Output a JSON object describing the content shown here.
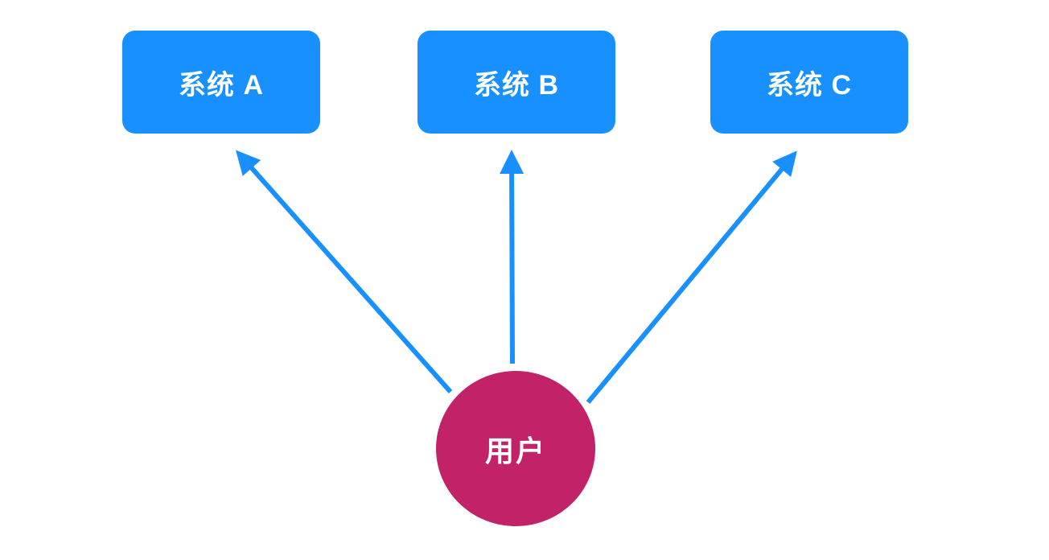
{
  "diagram": {
    "title": "user-to-systems-access-diagram",
    "background": "#ffffff",
    "colors": {
      "system_node": "#1890FF",
      "user_node": "#C22368",
      "arrow": "#1890FF",
      "label_text": "#FFFFFF"
    },
    "nodes": [
      {
        "id": "system-a",
        "type": "rounded-rect",
        "label": "系统 A"
      },
      {
        "id": "system-b",
        "type": "rounded-rect",
        "label": "系统 B"
      },
      {
        "id": "system-c",
        "type": "rounded-rect",
        "label": "系统 C"
      },
      {
        "id": "user",
        "type": "circle",
        "label": "用户"
      }
    ],
    "edges": [
      {
        "from": "用户",
        "to": "系统 A",
        "style": "arrow"
      },
      {
        "from": "用户",
        "to": "系统 B",
        "style": "arrow"
      },
      {
        "from": "用户",
        "to": "系统 C",
        "style": "arrow"
      }
    ]
  }
}
